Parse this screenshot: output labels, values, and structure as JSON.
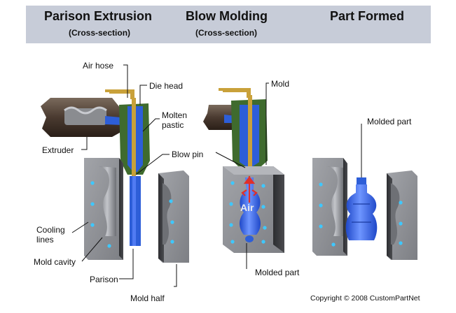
{
  "header": {
    "col1_title": "Parison Extrusion",
    "col1_sub": "(Cross-section)",
    "col2_title": "Blow Molding",
    "col2_sub": "(Cross-section)",
    "col3_title": "Part Formed"
  },
  "labels": {
    "air_hose": "Air hose",
    "die_head": "Die head",
    "molten_line1": "Molten",
    "molten_line2": "pastic",
    "extruder": "Extruder",
    "blow_pin": "Blow pin",
    "cooling_line1": "Cooling",
    "cooling_line2": "lines",
    "mold_cavity": "Mold cavity",
    "parison": "Parison",
    "mold_half": "Mold half",
    "mold": "Mold",
    "molded_part_center": "Molded part",
    "molded_part_right": "Molded part",
    "air": "Air"
  },
  "copyright": "Copyright © 2008 CustomPartNet",
  "colors": {
    "header_bg": "#c7ccd8",
    "die_head_green": "#3f6b2e",
    "plastic_blue": "#2d5ed8",
    "mold_gray": "#8c8e93",
    "cooling_dot": "#3ec8ff",
    "air_arrow": "#e0302a",
    "pin_gold": "#c9a13a"
  }
}
